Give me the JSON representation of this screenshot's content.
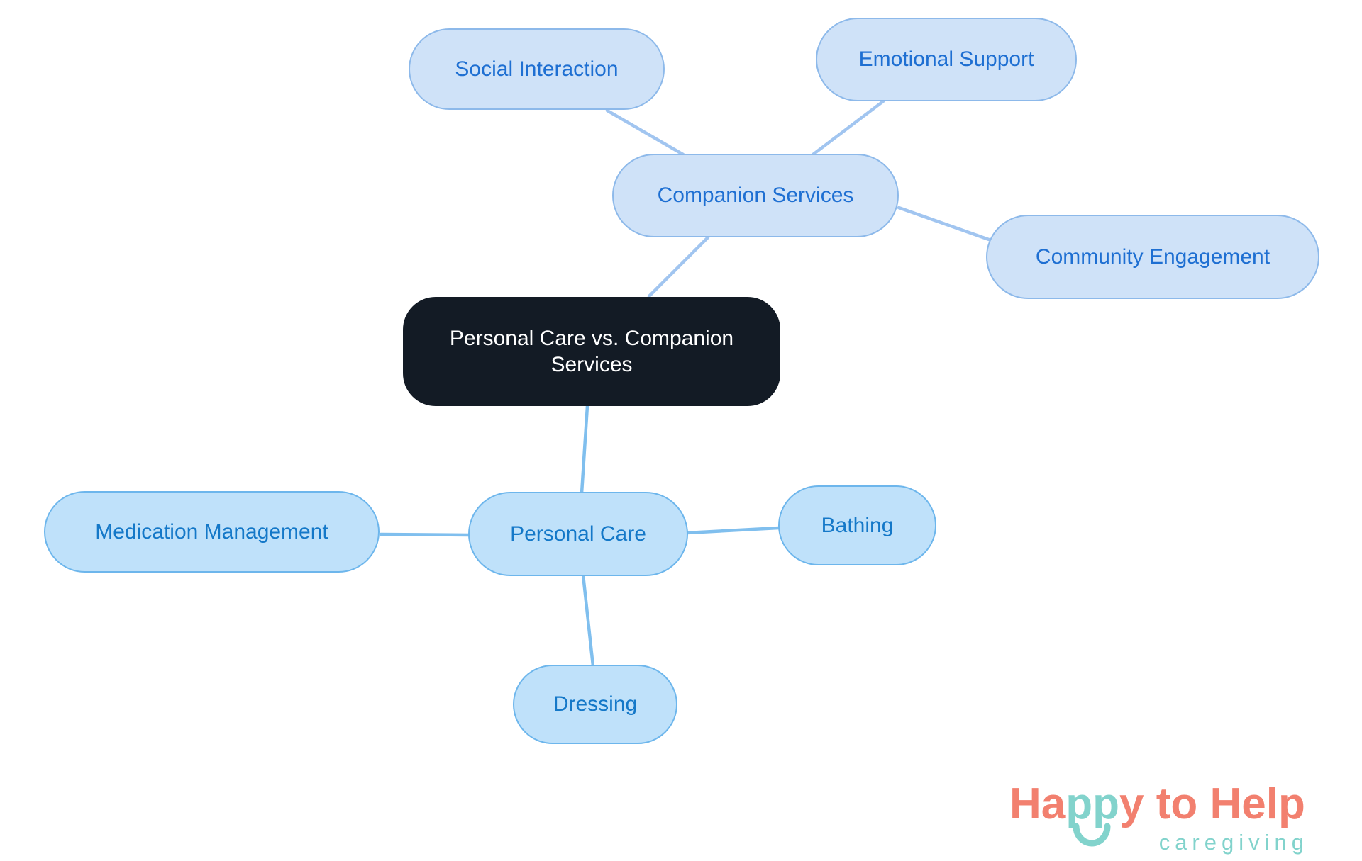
{
  "title_node": {
    "label": "Personal Care vs. Companion Services"
  },
  "nodes": {
    "companion_services": "Companion Services",
    "social_interaction": "Social Interaction",
    "emotional_support": "Emotional Support",
    "community_engagement": "Community Engagement",
    "personal_care": "Personal Care",
    "medication_management": "Medication Management",
    "bathing": "Bathing",
    "dressing": "Dressing"
  },
  "structure": {
    "central": "Personal Care vs. Companion Services",
    "branches": [
      {
        "label": "Companion Services",
        "children": [
          "Social Interaction",
          "Emotional Support",
          "Community Engagement"
        ]
      },
      {
        "label": "Personal Care",
        "children": [
          "Medication Management",
          "Bathing",
          "Dressing"
        ]
      }
    ]
  },
  "colors": {
    "central_fill": "#131b25",
    "central_text": "#ffffff",
    "companion_fill": "#cfe2f8",
    "companion_border": "#8db9ea",
    "companion_text": "#1e6fd2",
    "companion_line": "#a1c5f0",
    "personal_fill": "#bfe1fa",
    "personal_border": "#6db6ec",
    "personal_text": "#1478c8",
    "personal_line": "#80bfee",
    "logo_coral": "#f2806f",
    "logo_teal": "#82d3cc"
  },
  "logo": {
    "part_ha": "Ha",
    "part_pp": "pp",
    "part_rest": "y to Help",
    "subtitle": "caregiving",
    "smile_icon": "smile-arc"
  }
}
